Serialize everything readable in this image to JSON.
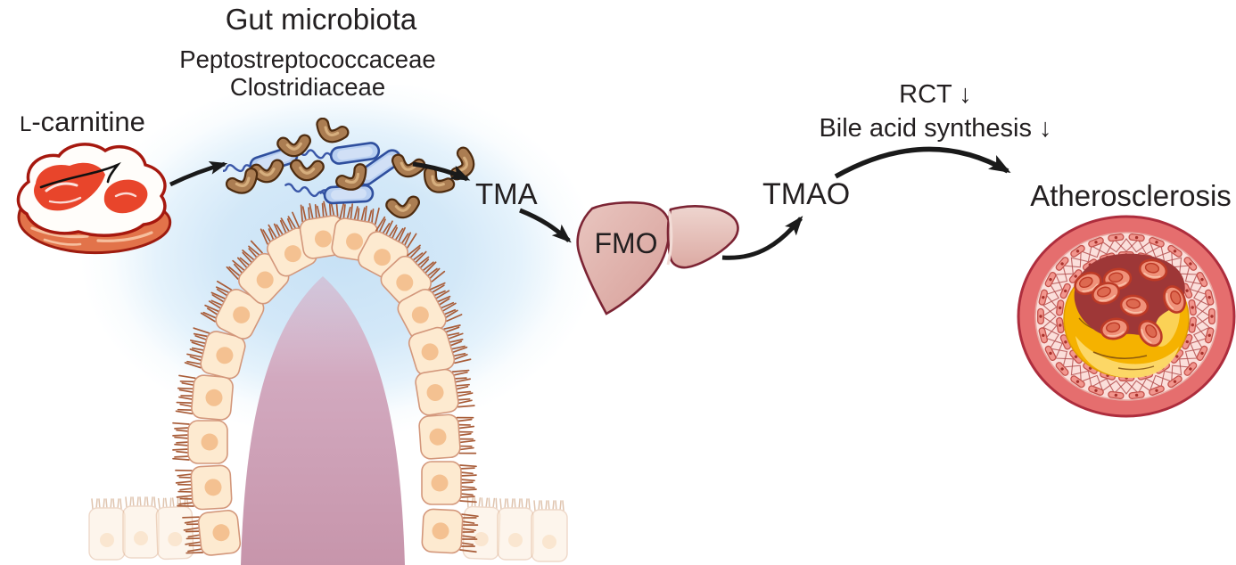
{
  "figure": {
    "gut": {
      "title": "Gut microbiota",
      "families": [
        "Peptostreptococcaceae",
        "Clostridiaceae"
      ]
    },
    "substrate": {
      "prefix": "L",
      "rest": "-carnitine"
    },
    "metabolite1": "TMA",
    "enzyme": "FMO",
    "metabolite2": "TMAO",
    "effects": [
      "RCT ↓",
      "Bile acid synthesis ↓"
    ],
    "outcome": "Atherosclerosis"
  },
  "illustrations": {
    "steak": "red meat steak",
    "bacteria": "gut bacteria: brown curved rods and blue flagellated bacilli",
    "villus": "intestinal epithelium villus arch with brush-border cells",
    "liver": "liver with two lobes",
    "artery": "atherosclerotic artery cross-section: wall, smooth-muscle ring, yellow plaque, red blood cells in lumen"
  },
  "colors": {
    "text": "#231f20",
    "arrow": "#1a1a1a",
    "background_glow": "#c7e1f5",
    "meat_red": "#e8452b",
    "meat_side": "#e2734a",
    "bacteria_brown": "#ab7d52",
    "bacteria_blue": "#b9d0f2",
    "epithelium_cell": "#fdead0",
    "epithelium_nucleus": "#f4c191",
    "brush_border": "#a85c38",
    "villus_core": "#c795ab",
    "liver": "#dfb3ae",
    "vessel_wall": "#e56e6e",
    "vessel_media": "#fbdfdb",
    "plaque_yellow": "#f5b200",
    "lumen_dark_red": "#9e3737",
    "rbc": "#f0927a"
  }
}
